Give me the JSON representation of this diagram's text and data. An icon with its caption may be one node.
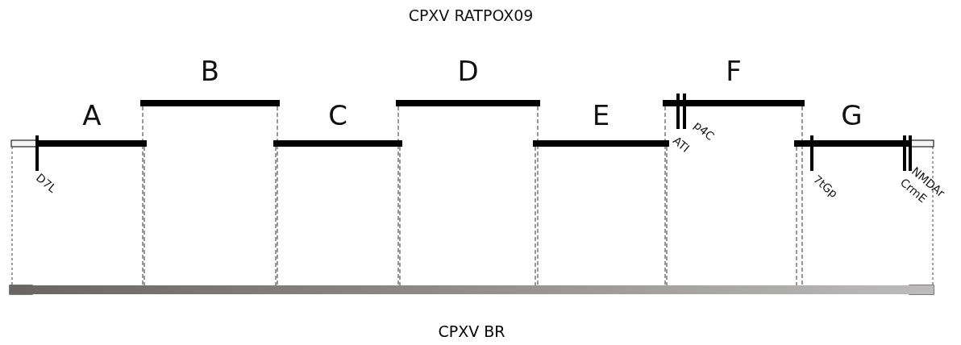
{
  "diagram": {
    "title": "CPXV RATPOX09",
    "nodes": [
      {
        "text": [
          "A"
        ]
      },
      {
        "text": [
          "B"
        ]
      },
      {
        "text": [
          "C"
        ]
      },
      {
        "text": [
          "D"
        ]
      },
      {
        "text": [
          "E"
        ]
      },
      {
        "text": [
          "F"
        ]
      },
      {
        "text": [
          "G"
        ]
      },
      {
        "text": [
          "CPXV BR"
        ]
      }
    ],
    "edges": [
      {
        "from": 0,
        "to": 7,
        "arrow": "none",
        "style": "dashed"
      },
      {
        "from": 1,
        "to": 7,
        "arrow": "none",
        "style": "dashed"
      },
      {
        "from": 1,
        "to": 7,
        "arrow": "none",
        "style": "dashed"
      },
      {
        "from": 2,
        "to": 7,
        "arrow": "none",
        "style": "dashed"
      },
      {
        "from": 2,
        "to": 7,
        "arrow": "none",
        "style": "dashed"
      },
      {
        "from": 3,
        "to": 7,
        "arrow": "none",
        "style": "dashed"
      },
      {
        "from": 3,
        "to": 7,
        "arrow": "none",
        "style": "dashed"
      },
      {
        "from": 4,
        "to": 7,
        "arrow": "none",
        "style": "dashed"
      },
      {
        "from": 4,
        "to": 7,
        "arrow": "none",
        "style": "dashed"
      },
      {
        "from": 5,
        "to": 7,
        "arrow": "none",
        "style": "dashed"
      },
      {
        "from": 5,
        "to": 7,
        "arrow": "none",
        "style": "dashed"
      },
      {
        "from": 6,
        "to": 7,
        "arrow": "none",
        "style": "dashed"
      }
    ],
    "labels": [
      "D7L",
      "p4C",
      "ATI",
      "7tGp",
      "NMDAr",
      "CrmE"
    ]
  }
}
